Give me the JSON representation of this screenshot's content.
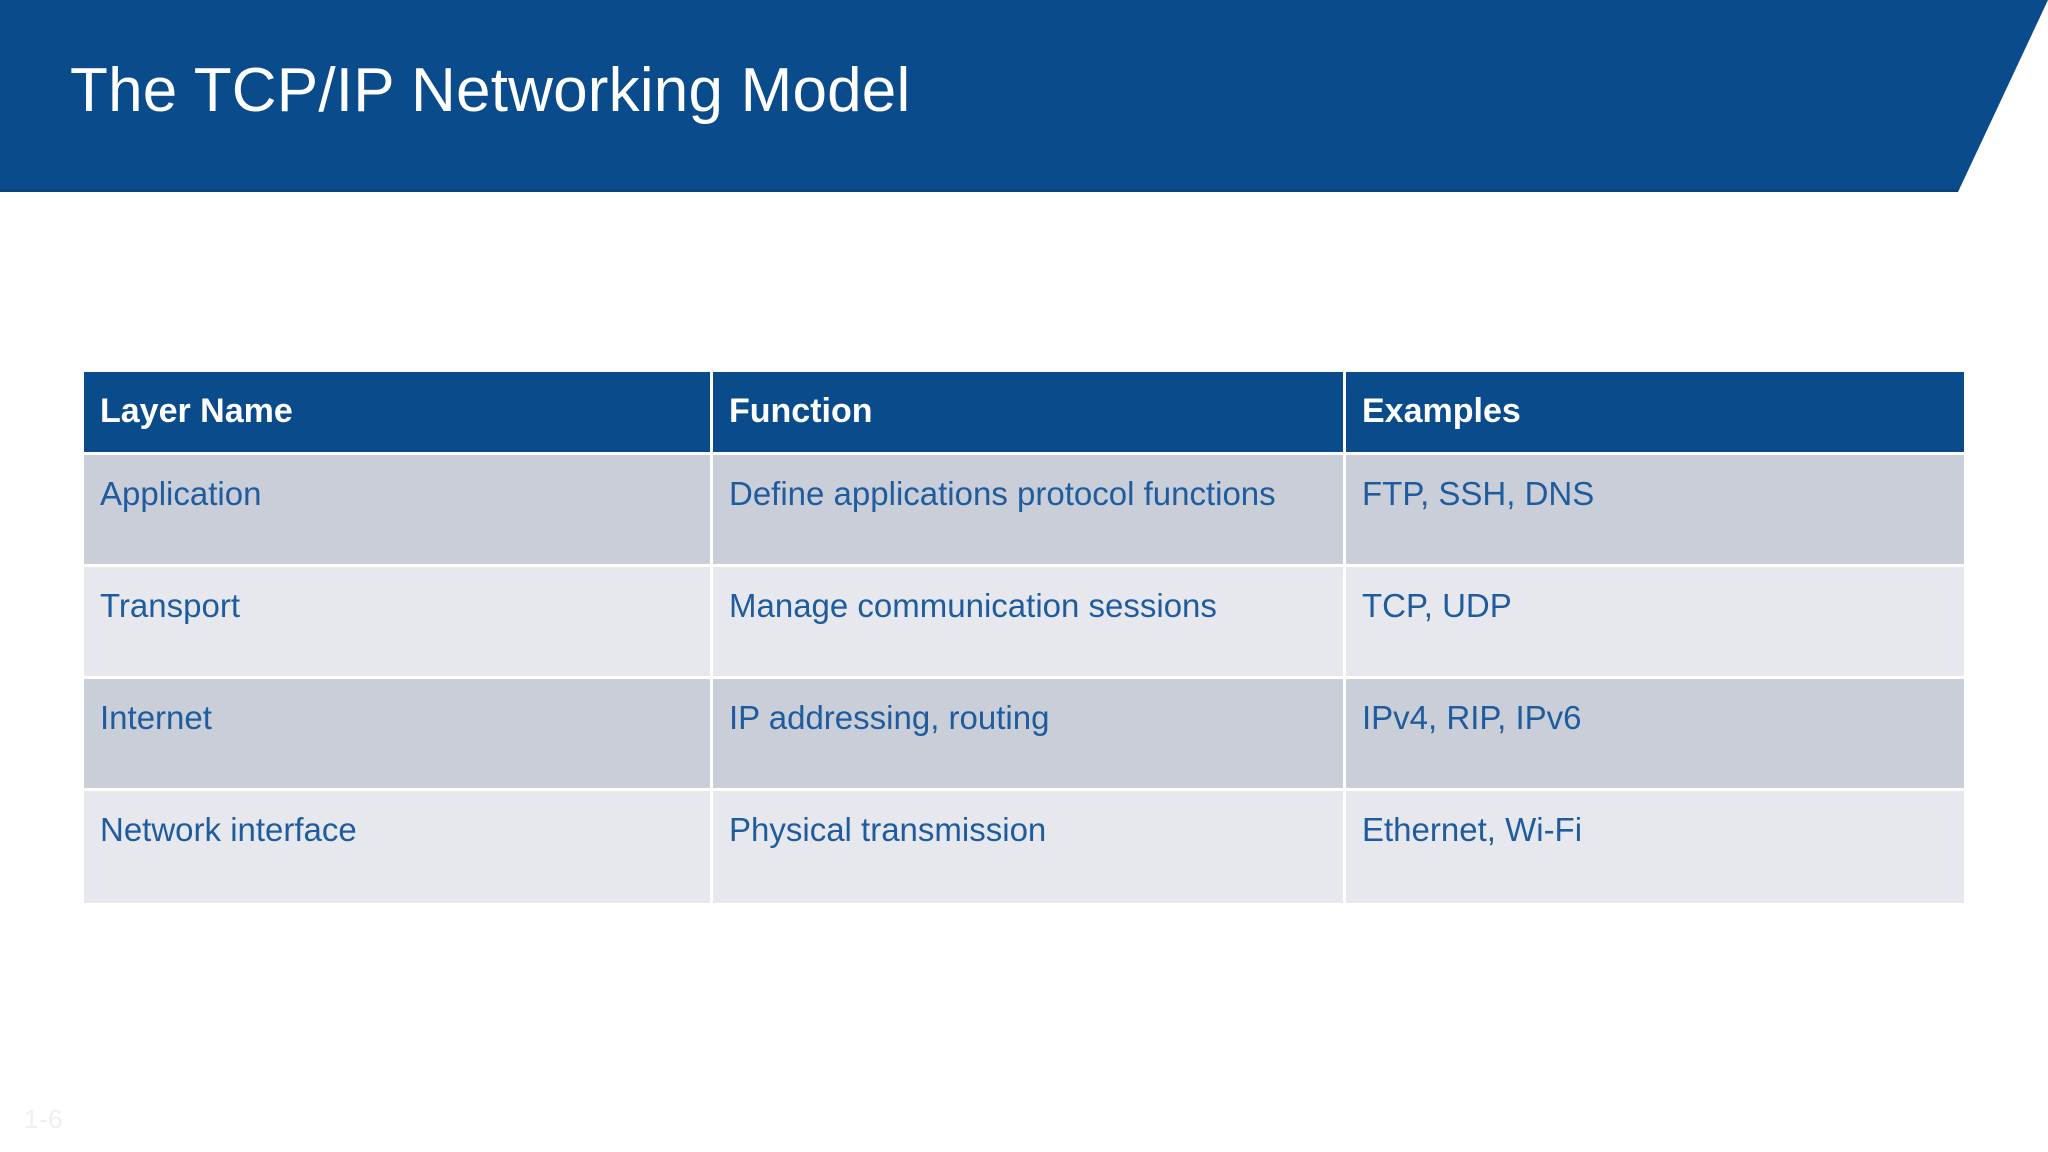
{
  "slide": {
    "title": "The TCP/IP Networking Model",
    "slide_number": "1-6",
    "colors": {
      "banner_blue": "#0A4C8B",
      "header_blue": "#0A4C8B",
      "body_text_blue": "#1F5C9E",
      "row_odd_bg": "#C9CED9",
      "row_even_bg": "#E7E8EE",
      "title_text": "#FFFFFF",
      "slide_number_text": "#EFEFF2",
      "page_bg": "#FFFFFF"
    }
  },
  "table": {
    "columns": [
      "Layer Name",
      "Function",
      "Examples"
    ],
    "rows": [
      {
        "layer": "Application",
        "function": "Define applications protocol functions",
        "examples": "FTP, SSH, DNS"
      },
      {
        "layer": "Transport",
        "function": "Manage communication sessions",
        "examples": "TCP, UDP"
      },
      {
        "layer": "Internet",
        "function": "IP addressing, routing",
        "examples": "IPv4, RIP, IPv6"
      },
      {
        "layer": "Network interface",
        "function": "Physical transmission",
        "examples": "Ethernet, Wi-Fi"
      }
    ]
  }
}
